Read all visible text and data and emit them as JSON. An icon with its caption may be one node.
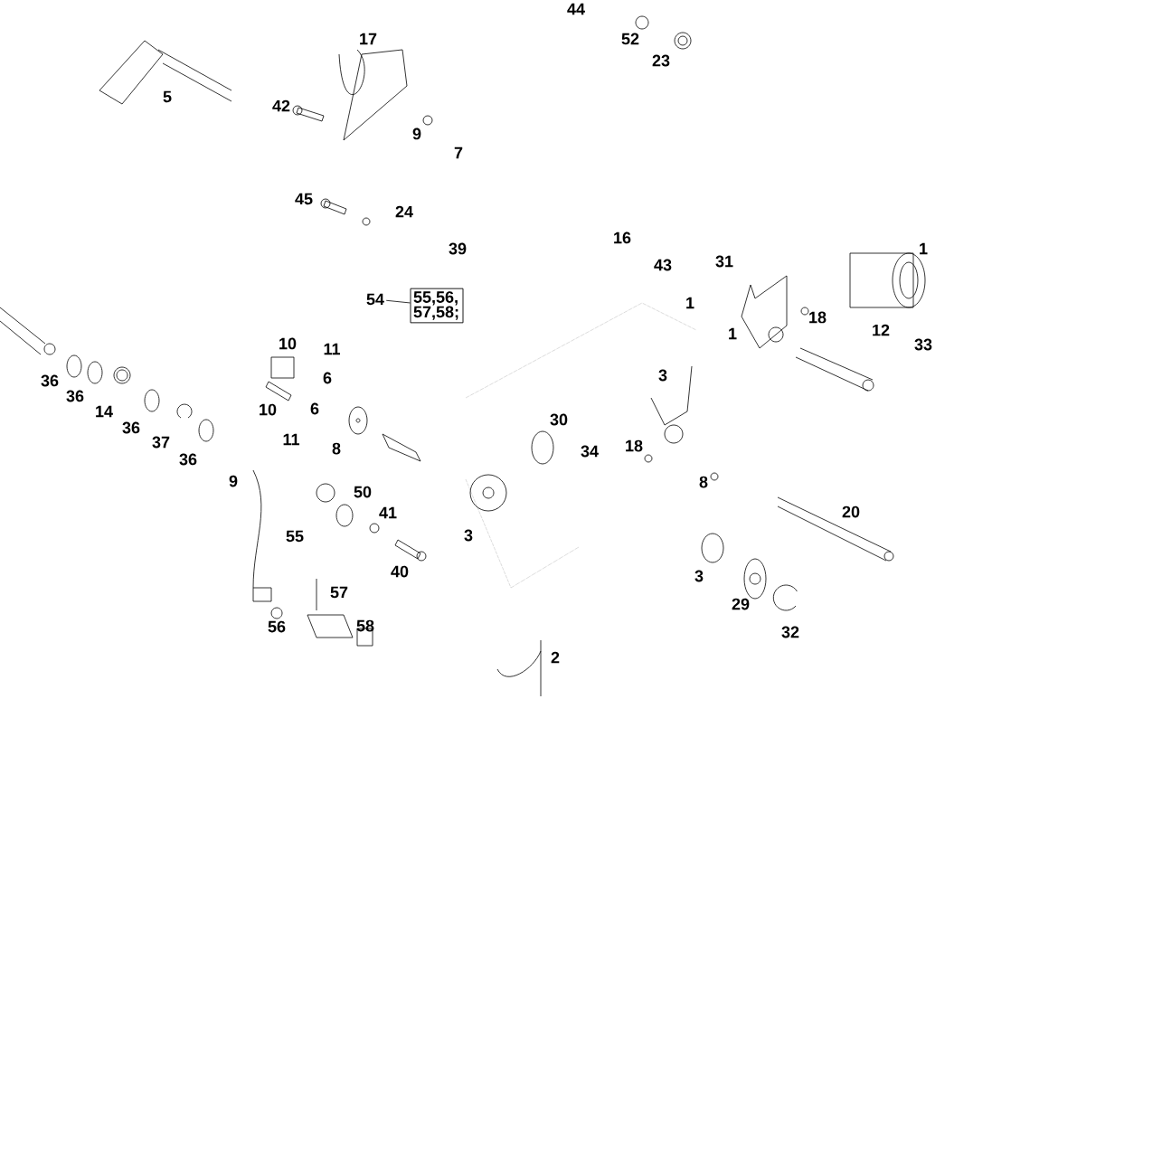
{
  "diagram": {
    "nodes": [
      {
        "text": [
          "54"
        ]
      },
      {
        "text": [
          "55,56, 57,58;"
        ]
      }
    ],
    "edges": [
      {
        "from": 0,
        "to": 1,
        "arrow": "none"
      }
    ],
    "labels": [
      "44",
      "52",
      "23",
      "5",
      "17",
      "42",
      "9",
      "7",
      "45",
      "24",
      "39",
      "16",
      "43",
      "31",
      "1",
      "12",
      "18",
      "1",
      "33",
      "1",
      "3",
      "36",
      "36",
      "14",
      "36",
      "37",
      "36",
      "10",
      "11",
      "6",
      "10",
      "6",
      "11",
      "8",
      "30",
      "34",
      "18",
      "50",
      "41",
      "55",
      "40",
      "57",
      "56",
      "58",
      "3",
      "8",
      "20",
      "29",
      "32",
      "2",
      "3",
      "9"
    ]
  }
}
